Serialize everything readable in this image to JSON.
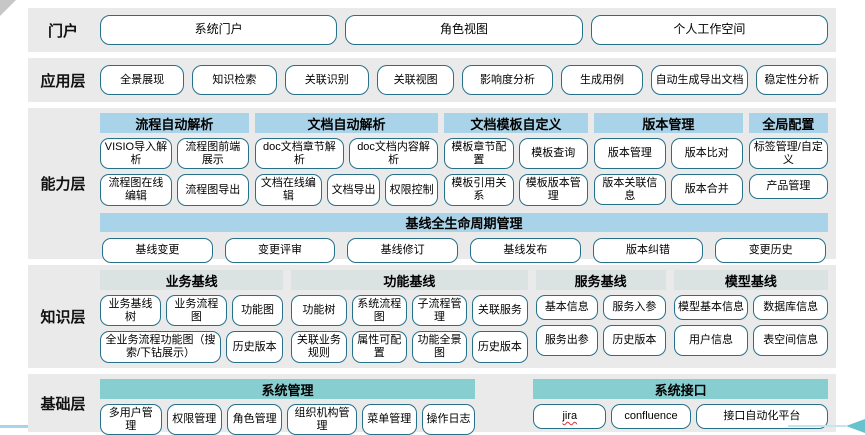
{
  "colors": {
    "band_bg": "#eaeaea",
    "header_blue": "#a9d3e8",
    "header_grayteal": "#dae3e2",
    "header_teal": "#87ced0",
    "btn_border": "#26708a",
    "accent_arrow": "#66c2cd",
    "bottom_line": "#a8d4ea"
  },
  "portal": {
    "label": "门户",
    "buttons": [
      "系统门户",
      "角色视图",
      "个人工作空间"
    ]
  },
  "app_layer": {
    "label": "应用层",
    "buttons": [
      "全景展现",
      "知识检索",
      "关联识别",
      "关联视图",
      "影响度分析",
      "生成用例",
      "自动生成导出文档",
      "稳定性分析"
    ]
  },
  "capability_layer": {
    "label": "能力层",
    "groups": [
      {
        "title": "流程自动解析",
        "rows": [
          [
            "VISIO导入解析",
            "流程图前端展示"
          ],
          [
            "流程图在线编辑",
            "流程图导出"
          ]
        ]
      },
      {
        "title": "文档自动解析",
        "rows": [
          [
            "doc文档章节解析",
            "doc文档内容解析"
          ],
          [
            "文档在线编辑",
            "文档导出",
            "权限控制"
          ]
        ]
      },
      {
        "title": "文档模板自定义",
        "rows": [
          [
            "模板章节配置",
            "模板查询"
          ],
          [
            "模板引用关系",
            "模板版本管理"
          ]
        ]
      },
      {
        "title": "版本管理",
        "rows": [
          [
            "版本管理",
            "版本比对"
          ],
          [
            "版本关联信息",
            "版本合并"
          ]
        ]
      },
      {
        "title": "全局配置",
        "rows": [
          [
            "标签管理/自定义"
          ],
          [
            "产品管理"
          ]
        ]
      }
    ],
    "baseline": {
      "title": "基线全生命周期管理",
      "buttons": [
        "基线变更",
        "变更评审",
        "基线修订",
        "基线发布",
        "版本纠错",
        "变更历史"
      ]
    }
  },
  "knowledge_layer": {
    "label": "知识层",
    "groups": [
      {
        "title": "业务基线",
        "rows": [
          [
            "业务基线树",
            "业务流程图",
            "功能图"
          ],
          [
            "全业务流程功能图（搜索/下钻展示）",
            "历史版本"
          ]
        ]
      },
      {
        "title": "功能基线",
        "rows": [
          [
            "功能树",
            "系统流程图",
            "子流程管理",
            "关联服务"
          ],
          [
            "关联业务规则",
            "属性可配置",
            "功能全景图",
            "历史版本"
          ]
        ]
      },
      {
        "title": "服务基线",
        "rows": [
          [
            "基本信息",
            "服务入参"
          ],
          [
            "服务出参",
            "历史版本"
          ]
        ]
      },
      {
        "title": "模型基线",
        "rows": [
          [
            "模型基本信息",
            "数据库信息"
          ],
          [
            "用户信息",
            "表空间信息"
          ]
        ]
      }
    ]
  },
  "foundation_layer": {
    "label": "基础层",
    "groups": [
      {
        "title": "系统管理",
        "buttons": [
          "多用户管理",
          "权限管理",
          "角色管理",
          "组织机构管理",
          "菜单管理",
          "操作日志"
        ]
      },
      {
        "title": "系统接口",
        "buttons": [
          "jira",
          "confluence",
          "接口自动化平台"
        ]
      }
    ]
  }
}
